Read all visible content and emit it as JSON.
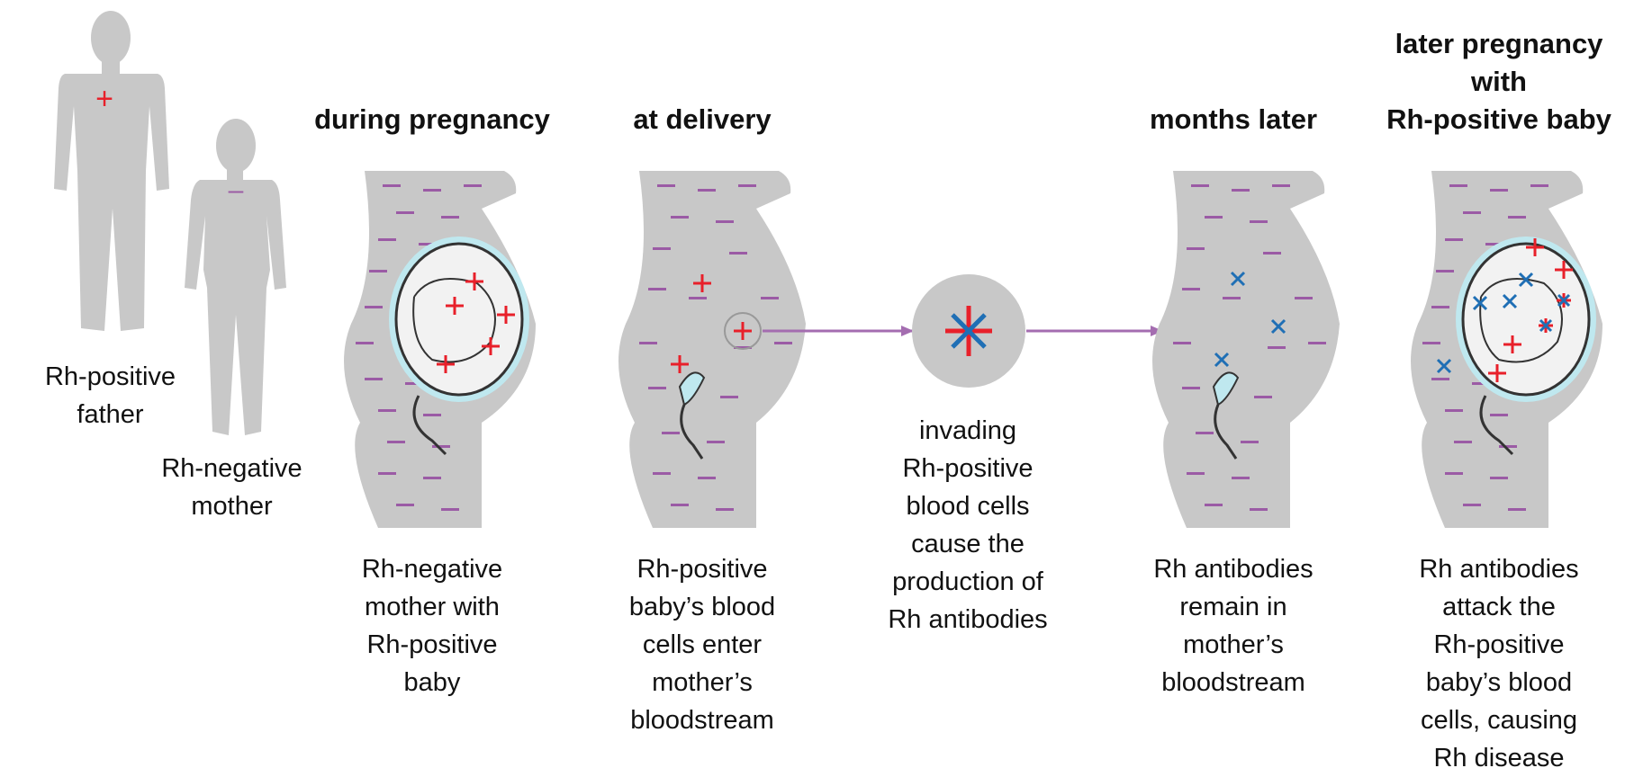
{
  "figures": {
    "father_label": "Rh-positive father",
    "mother_label": "Rh-negative mother"
  },
  "stages": [
    {
      "id": "during-pregnancy",
      "title": "during pregnancy",
      "caption": [
        "Rh-negative",
        "mother with",
        "Rh-positive",
        "baby"
      ]
    },
    {
      "id": "at-delivery",
      "title": "at delivery",
      "caption": [
        "Rh-positive",
        "baby’s blood",
        "cells enter",
        "mother’s",
        "bloodstream"
      ]
    },
    {
      "id": "antibody-production",
      "title": "",
      "caption": [
        "invading",
        "Rh-positive",
        "blood cells",
        "cause the",
        "production of",
        "Rh antibodies"
      ]
    },
    {
      "id": "months-later",
      "title": "months later",
      "caption": [
        "Rh antibodies",
        "remain in",
        "mother’s",
        "bloodstream"
      ]
    },
    {
      "id": "later-pregnancy",
      "title": "later pregnancy with Rh-positive baby",
      "title_lines": [
        "later pregnancy",
        "with",
        "Rh-positive baby"
      ],
      "caption": [
        "Rh antibodies",
        "attack the",
        "Rh-positive",
        "baby’s blood",
        "cells, causing",
        "Rh disease"
      ]
    }
  ],
  "legend_symbols": {
    "rh_positive": "+",
    "rh_negative": "–",
    "antibody": "×"
  },
  "colors": {
    "body_gray": "#c8c8c8",
    "rh_positive_red": "#e8202a",
    "rh_negative_purple": "#9b5ba5",
    "antibody_blue": "#1f6fb5",
    "arrow_purple": "#a46db0",
    "fluid_cyan": "#bfe8ef"
  }
}
